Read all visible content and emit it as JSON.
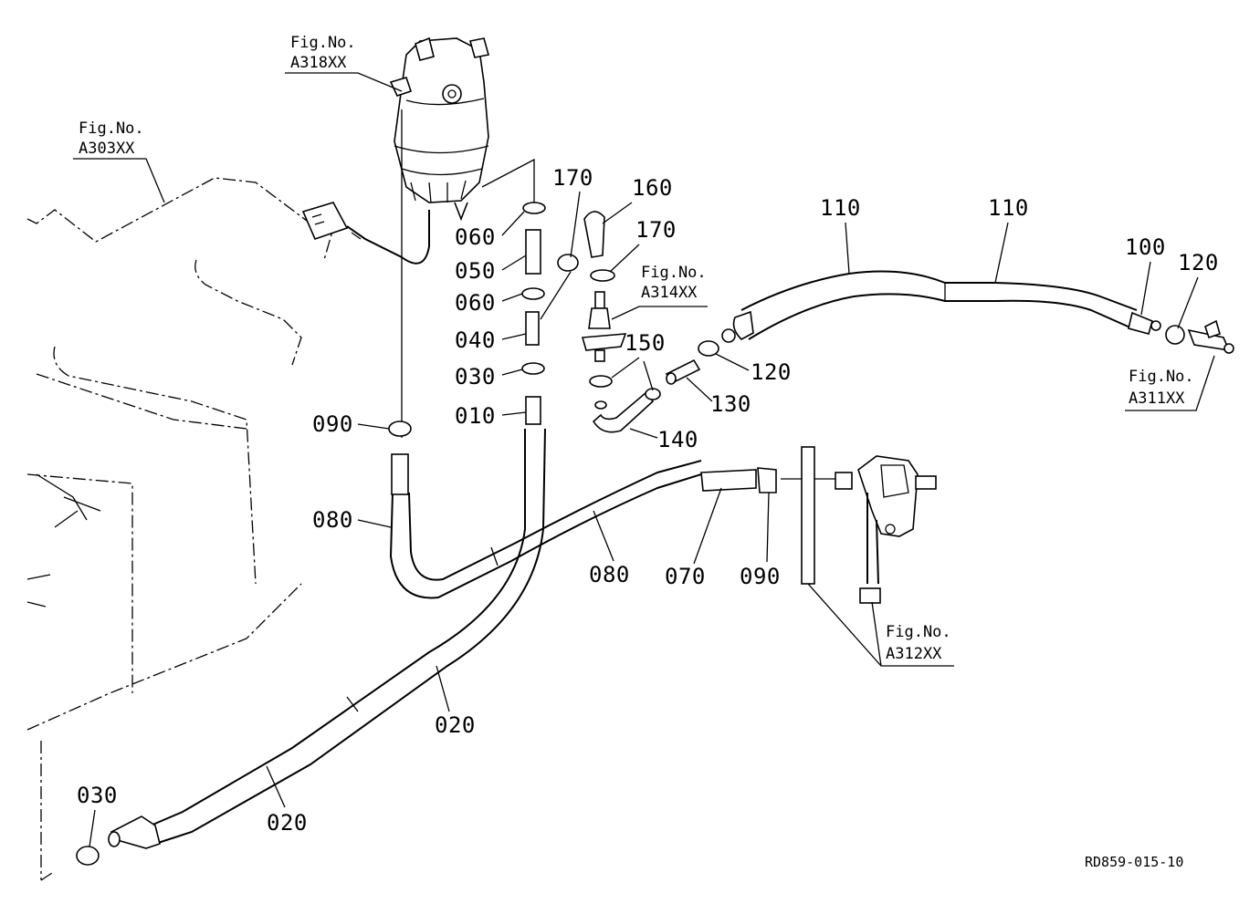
{
  "figure_refs": {
    "a318": {
      "line1": "Fig.No.",
      "line2": "A318XX"
    },
    "a303": {
      "line1": "Fig.No.",
      "line2": "A303XX"
    },
    "a314": {
      "line1": "Fig.No.",
      "line2": "A314XX"
    },
    "a311": {
      "line1": "Fig.No.",
      "line2": "A311XX"
    },
    "a312": {
      "line1": "Fig.No.",
      "line2": "A312XX"
    }
  },
  "callouts": {
    "c170a": "170",
    "c160": "160",
    "c170b": "170",
    "c060a": "060",
    "c050": "050",
    "c060b": "060",
    "c040": "040",
    "c030a": "030",
    "c010": "010",
    "c090a": "090",
    "c080a": "080",
    "c080b": "080",
    "c070": "070",
    "c090b": "090",
    "c020a": "020",
    "c020b": "020",
    "c030b": "030",
    "c110a": "110",
    "c110b": "110",
    "c100": "100",
    "c120a": "120",
    "c120b": "120",
    "c130": "130",
    "c150": "150",
    "c140": "140"
  },
  "drawing_code": "RD859-015-10"
}
